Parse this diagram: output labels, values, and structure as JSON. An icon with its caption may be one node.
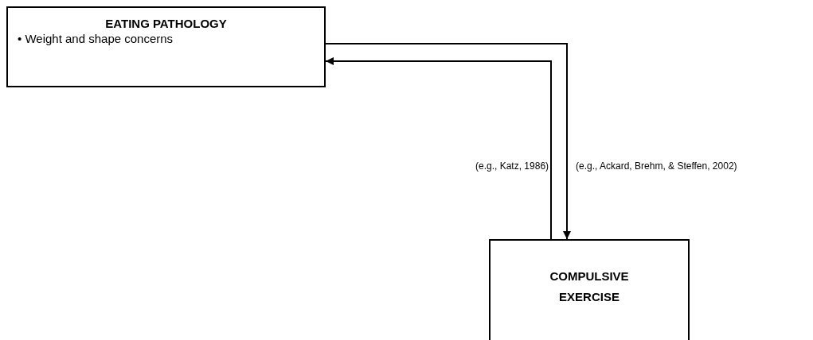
{
  "diagram": {
    "nodes": [
      {
        "text": [
          "EATING PATHOLOGY",
          "• Weight and shape concerns"
        ]
      },
      {
        "text": [
          "COMPULSIVE EXERCISE"
        ]
      }
    ],
    "edges": [
      {
        "from": 0,
        "to": 1,
        "arrow": "to",
        "label": "(e.g., Ackard, Brehm, & Steffen, 2002)"
      },
      {
        "from": 1,
        "to": 0,
        "arrow": "to",
        "label": "(e.g., Katz, 1986)"
      }
    ]
  }
}
